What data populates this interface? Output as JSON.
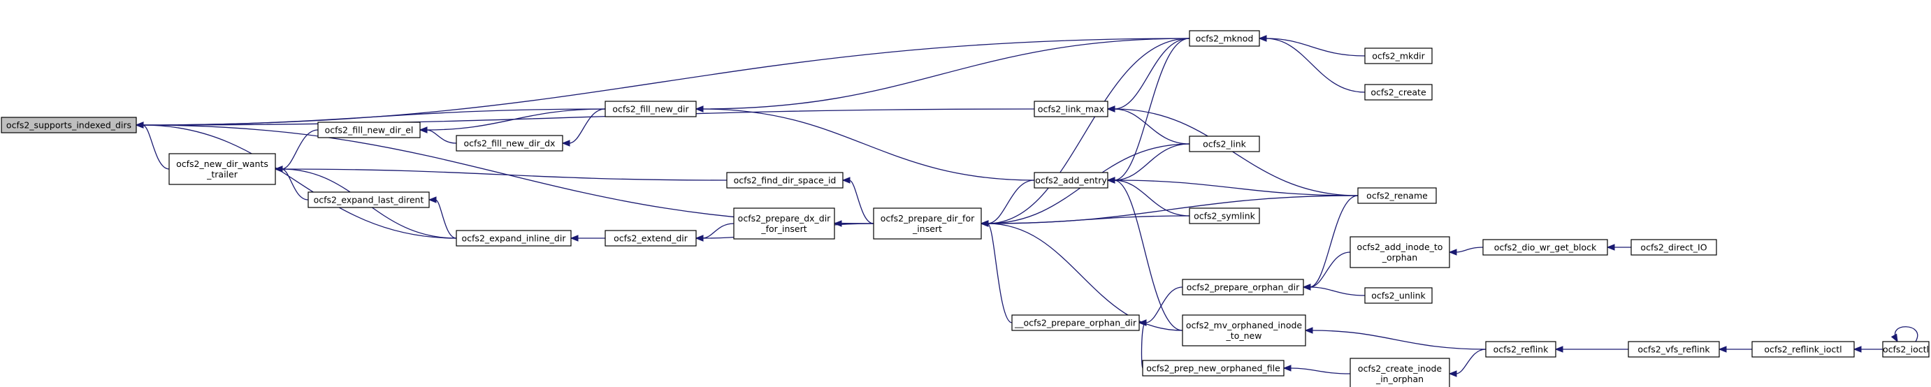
{
  "colors": {
    "edge": "#191970",
    "node_border": "#000000",
    "root_fill": "#bfbfbf",
    "node_fill": "#ffffff"
  },
  "nodes": [
    {
      "id": "root",
      "lines": [
        "ocfs2_supports_indexed_dirs"
      ],
      "root": true
    },
    {
      "id": "new_dir_wants_trailer",
      "lines": [
        "ocfs2_new_dir_wants",
        "_trailer"
      ]
    },
    {
      "id": "fill_new_dir_el",
      "lines": [
        "ocfs2_fill_new_dir_el"
      ]
    },
    {
      "id": "fill_new_dir_dx",
      "lines": [
        "ocfs2_fill_new_dir_dx"
      ]
    },
    {
      "id": "fill_new_dir",
      "lines": [
        "ocfs2_fill_new_dir"
      ]
    },
    {
      "id": "expand_last_dirent",
      "lines": [
        "ocfs2_expand_last_dirent"
      ]
    },
    {
      "id": "expand_inline_dir",
      "lines": [
        "ocfs2_expand_inline_dir"
      ]
    },
    {
      "id": "find_dir_space_id",
      "lines": [
        "ocfs2_find_dir_space_id"
      ]
    },
    {
      "id": "extend_dir",
      "lines": [
        "ocfs2_extend_dir"
      ]
    },
    {
      "id": "prepare_dx_dir",
      "lines": [
        "ocfs2_prepare_dx_dir",
        "_for_insert"
      ]
    },
    {
      "id": "prepare_dir_for_insert",
      "lines": [
        "ocfs2_prepare_dir_for",
        "_insert"
      ]
    },
    {
      "id": "link_max",
      "lines": [
        "ocfs2_link_max"
      ]
    },
    {
      "id": "add_entry",
      "lines": [
        "ocfs2_add_entry"
      ]
    },
    {
      "id": "__prepare_orphan_dir",
      "lines": [
        "__ocfs2_prepare_orphan_dir"
      ]
    },
    {
      "id": "prep_new_orphaned_file",
      "lines": [
        "ocfs2_prep_new_orphaned_file"
      ]
    },
    {
      "id": "mknod",
      "lines": [
        "ocfs2_mknod"
      ]
    },
    {
      "id": "link",
      "lines": [
        "ocfs2_link"
      ]
    },
    {
      "id": "symlink",
      "lines": [
        "ocfs2_symlink"
      ]
    },
    {
      "id": "prepare_orphan_dir",
      "lines": [
        "ocfs2_prepare_orphan_dir"
      ]
    },
    {
      "id": "mv_orphaned",
      "lines": [
        "ocfs2_mv_orphaned_inode",
        "_to_new"
      ]
    },
    {
      "id": "create_inode_in_orphan",
      "lines": [
        "ocfs2_create_inode",
        "_in_orphan"
      ]
    },
    {
      "id": "mkdir",
      "lines": [
        "ocfs2_mkdir"
      ]
    },
    {
      "id": "create",
      "lines": [
        "ocfs2_create"
      ]
    },
    {
      "id": "rename",
      "lines": [
        "ocfs2_rename"
      ]
    },
    {
      "id": "add_inode_to_orphan",
      "lines": [
        "ocfs2_add_inode_to",
        "_orphan"
      ]
    },
    {
      "id": "unlink",
      "lines": [
        "ocfs2_unlink"
      ]
    },
    {
      "id": "reflink",
      "lines": [
        "ocfs2_reflink"
      ]
    },
    {
      "id": "dio_wr_get_block",
      "lines": [
        "ocfs2_dio_wr_get_block"
      ]
    },
    {
      "id": "vfs_reflink",
      "lines": [
        "ocfs2_vfs_reflink"
      ]
    },
    {
      "id": "direct_IO",
      "lines": [
        "ocfs2_direct_IO"
      ]
    },
    {
      "id": "reflink_ioctl",
      "lines": [
        "ocfs2_reflink_ioctl"
      ]
    },
    {
      "id": "ioctl",
      "lines": [
        "ocfs2_ioctl"
      ]
    }
  ],
  "edges": [
    [
      "new_dir_wants_trailer",
      "root"
    ],
    [
      "fill_new_dir",
      "root"
    ],
    [
      "mknod",
      "root"
    ],
    [
      "link_max",
      "root"
    ],
    [
      "expand_inline_dir",
      "root"
    ],
    [
      "prepare_dir_for_insert",
      "root"
    ],
    [
      "fill_new_dir_el",
      "new_dir_wants_trailer"
    ],
    [
      "expand_last_dirent",
      "new_dir_wants_trailer"
    ],
    [
      "expand_inline_dir",
      "new_dir_wants_trailer"
    ],
    [
      "find_dir_space_id",
      "new_dir_wants_trailer"
    ],
    [
      "fill_new_dir",
      "fill_new_dir_el"
    ],
    [
      "fill_new_dir_dx",
      "fill_new_dir_el"
    ],
    [
      "fill_new_dir",
      "fill_new_dir_dx"
    ],
    [
      "mknod",
      "fill_new_dir"
    ],
    [
      "add_entry",
      "fill_new_dir"
    ],
    [
      "expand_inline_dir",
      "expand_last_dirent"
    ],
    [
      "extend_dir",
      "expand_inline_dir"
    ],
    [
      "prepare_dir_for_insert",
      "find_dir_space_id"
    ],
    [
      "prepare_dx_dir",
      "extend_dir"
    ],
    [
      "prepare_dir_for_insert",
      "extend_dir"
    ],
    [
      "prepare_dir_for_insert",
      "prepare_dx_dir"
    ],
    [
      "add_entry",
      "prepare_dir_for_insert"
    ],
    [
      "mknod",
      "prepare_dir_for_insert"
    ],
    [
      "link",
      "prepare_dir_for_insert"
    ],
    [
      "symlink",
      "prepare_dir_for_insert"
    ],
    [
      "rename",
      "prepare_dir_for_insert"
    ],
    [
      "__prepare_orphan_dir",
      "prepare_dir_for_insert"
    ],
    [
      "mv_orphaned",
      "prepare_dir_for_insert"
    ],
    [
      "mknod",
      "link_max"
    ],
    [
      "link",
      "link_max"
    ],
    [
      "rename",
      "link_max"
    ],
    [
      "mknod",
      "add_entry"
    ],
    [
      "link",
      "add_entry"
    ],
    [
      "symlink",
      "add_entry"
    ],
    [
      "rename",
      "add_entry"
    ],
    [
      "mv_orphaned",
      "add_entry"
    ],
    [
      "prepare_orphan_dir",
      "__prepare_orphan_dir"
    ],
    [
      "prep_new_orphaned_file",
      "__prepare_orphan_dir"
    ],
    [
      "mkdir",
      "mknod"
    ],
    [
      "create",
      "mknod"
    ],
    [
      "rename",
      "prepare_orphan_dir"
    ],
    [
      "add_inode_to_orphan",
      "prepare_orphan_dir"
    ],
    [
      "unlink",
      "prepare_orphan_dir"
    ],
    [
      "reflink",
      "mv_orphaned"
    ],
    [
      "create_inode_in_orphan",
      "prep_new_orphaned_file"
    ],
    [
      "reflink",
      "create_inode_in_orphan"
    ],
    [
      "dio_wr_get_block",
      "add_inode_to_orphan"
    ],
    [
      "direct_IO",
      "dio_wr_get_block"
    ],
    [
      "vfs_reflink",
      "reflink"
    ],
    [
      "reflink_ioctl",
      "vfs_reflink"
    ],
    [
      "ioctl",
      "reflink_ioctl"
    ],
    [
      "ioctl",
      "ioctl"
    ]
  ]
}
